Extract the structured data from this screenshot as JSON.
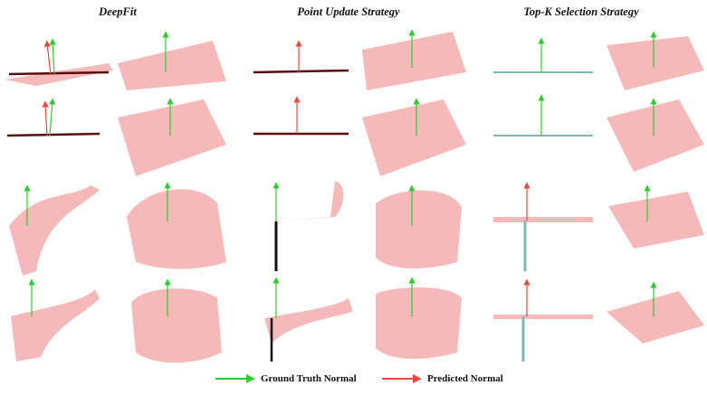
{
  "figure": {
    "column_titles": [
      "DeepFit",
      "Point Update Strategy",
      "Top-K Selection Strategy"
    ]
  },
  "legend": {
    "items": [
      {
        "label": "Ground Truth Normal",
        "color": "#2ecc2e"
      },
      {
        "label": "Predicted Normal",
        "color": "#e8493a"
      }
    ]
  },
  "colors": {
    "surface_fill": "#f08a8a",
    "point_dark": "#5a0a0a",
    "point_cyan": "#7fb8b8",
    "normal_gt": "#2ecc2e",
    "normal_pred": "#e8493a"
  }
}
